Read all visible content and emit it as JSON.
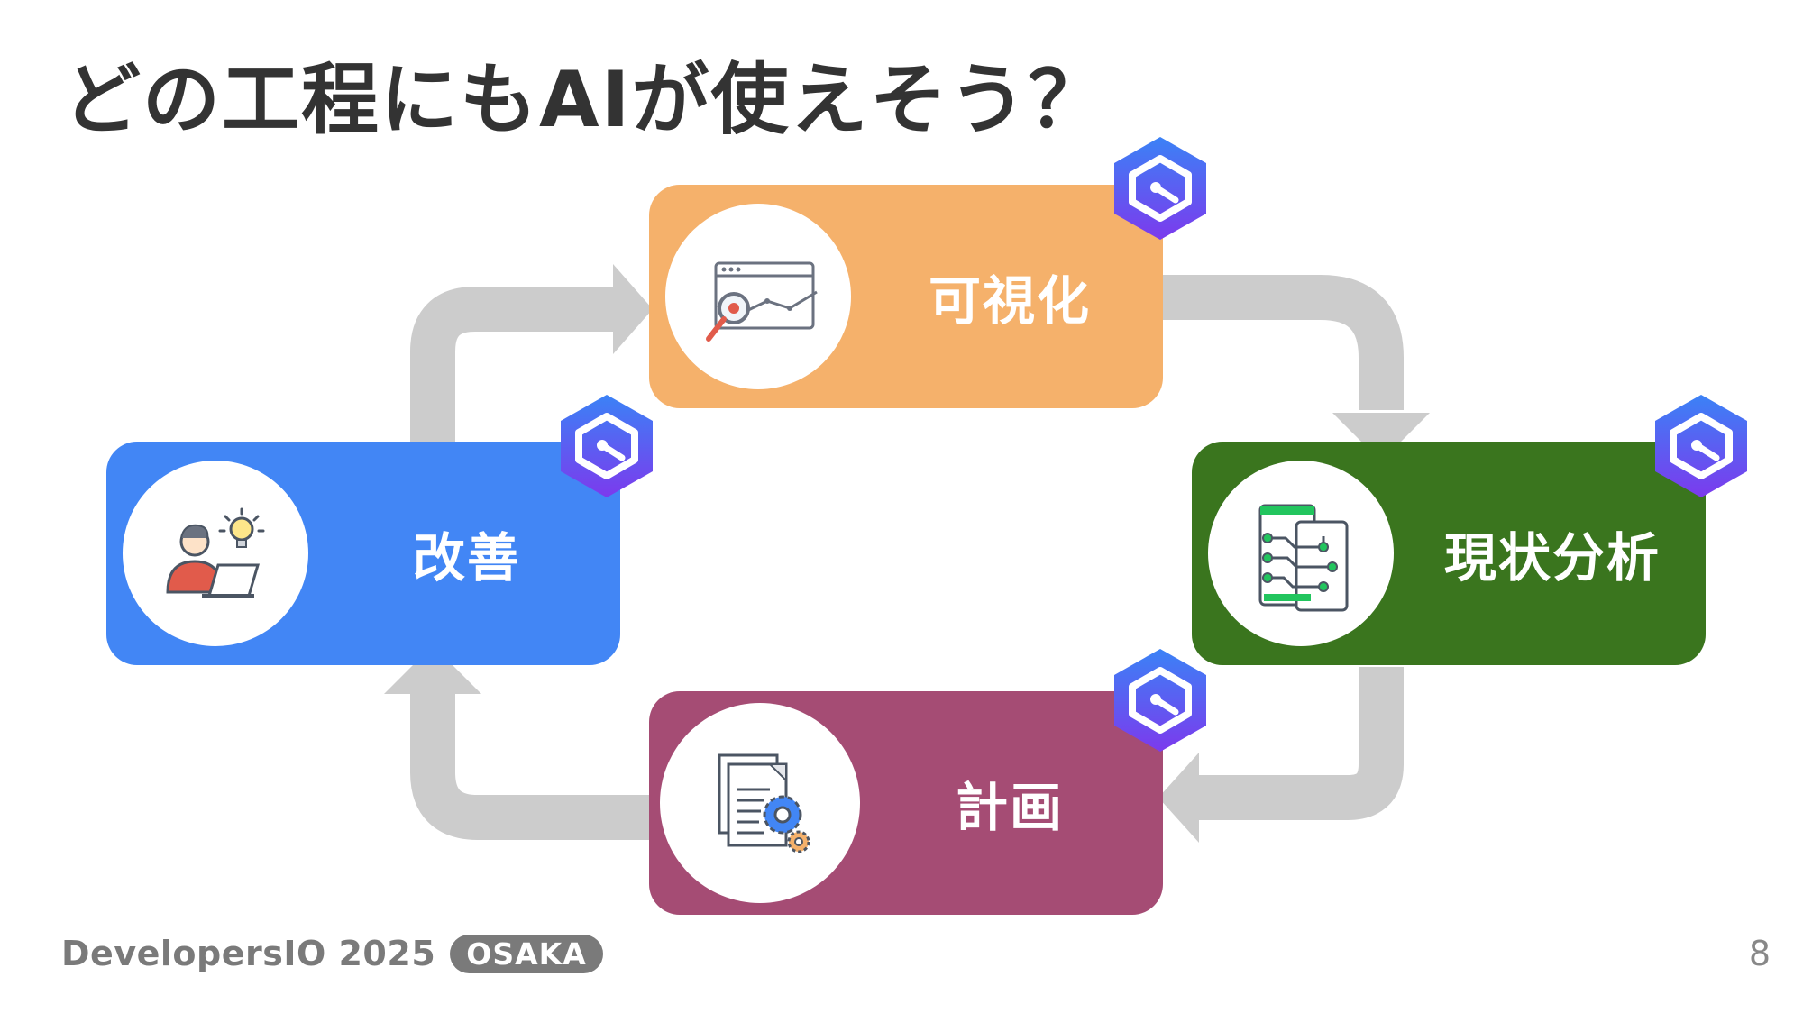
{
  "slide": {
    "title": "どの工程にもAIが使えそう？",
    "page_number": "8"
  },
  "steps": [
    {
      "label": "可視化",
      "color": "#F5B16B",
      "icon": "dashboard-magnifier-icon"
    },
    {
      "label": "現状分析",
      "color": "#3A751E",
      "icon": "circuit-tablet-icon"
    },
    {
      "label": "計画",
      "color": "#A54C74",
      "icon": "document-gears-icon"
    },
    {
      "label": "改善",
      "color": "#4286F5",
      "icon": "person-laptop-lightbulb-icon"
    }
  ],
  "badge": {
    "icon": "ai-hexagon-badge-icon",
    "color": "#5A3CE6"
  },
  "arrow_color": "#CCCCCC",
  "footer": {
    "brand": "DevelopersIO 2025",
    "event": "OSAKA"
  }
}
